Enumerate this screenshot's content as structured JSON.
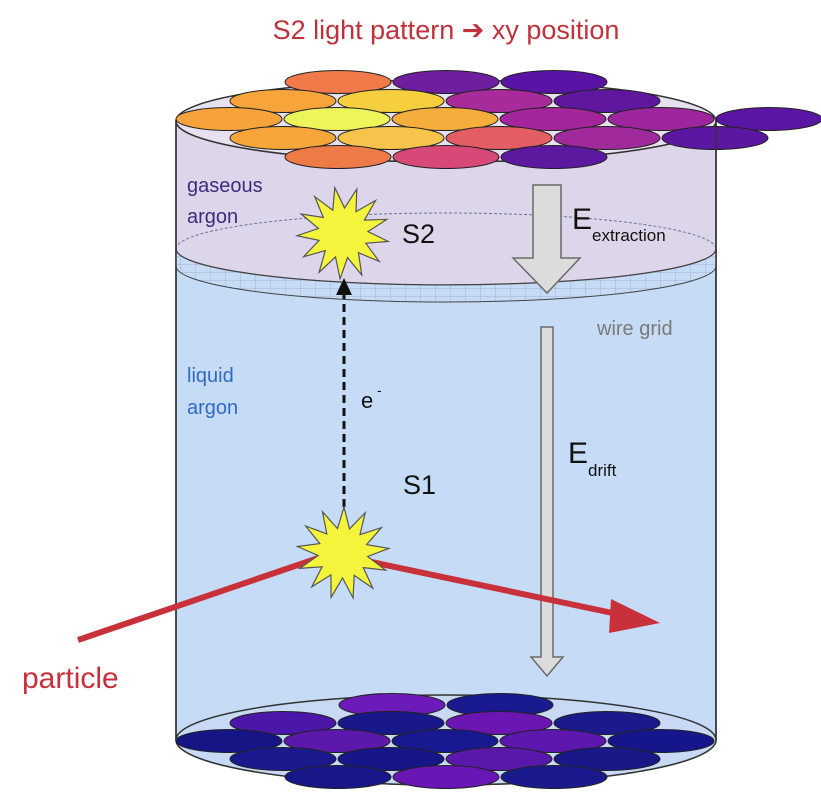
{
  "title": "S2 light pattern ➔ xy position",
  "labels": {
    "gaseous_line1": "gaseous",
    "gaseous_line2": "argon",
    "liquid_line1": "liquid",
    "liquid_line2": "argon",
    "s2": "S2",
    "s1": "S1",
    "electron_base": "e",
    "electron_sup": "-",
    "e_extraction_base": "E",
    "e_extraction_sub": "extraction",
    "e_drift_base": "E",
    "e_drift_sub": "drift",
    "wire_grid": "wire grid",
    "particle": "particle"
  },
  "colors": {
    "title": "#c0313c",
    "particle": "#c8303a",
    "gas_text": "#3e2a7e",
    "liquid_text": "#2f6bc5",
    "wire_text": "#7a7a7a",
    "gas_fill": "#ddd6ea",
    "liquid_fill": "#c6dbf6",
    "flash": "#f4f43c",
    "arrow_fill": "#dcdcdc"
  },
  "top_pmt_colors": [
    [
      "#f07a4a",
      "#6f1ea0",
      "#5a14a5"
    ],
    [
      "#f7a53a",
      "#f6cf3e",
      "#a92a9a",
      "#5e179e"
    ],
    [
      "#f5a33a",
      "#ecf55a",
      "#f5ad3b",
      "#a5259c",
      "#9d269f",
      "#5b15a3"
    ],
    [
      "#f5a53a",
      "#f7c34a",
      "#e35e64",
      "#a02a9c",
      "#5b16a2"
    ],
    [
      "#ee7a48",
      "#d74a78",
      "#5d18a0"
    ]
  ],
  "bottom_pmt_colors": [
    [
      "#6c1ab8",
      "#1a1a90"
    ],
    [
      "#4a17a8",
      "#18188a",
      "#6b16b2",
      "#1a1a8c"
    ],
    [
      "#151585",
      "#5b18ab",
      "#181890",
      "#5d17ae",
      "#16168c"
    ],
    [
      "#1a1a8e",
      "#161688",
      "#5a18aa",
      "#181889"
    ],
    [
      "#17178a",
      "#6816b4",
      "#1a1a8e"
    ]
  ]
}
